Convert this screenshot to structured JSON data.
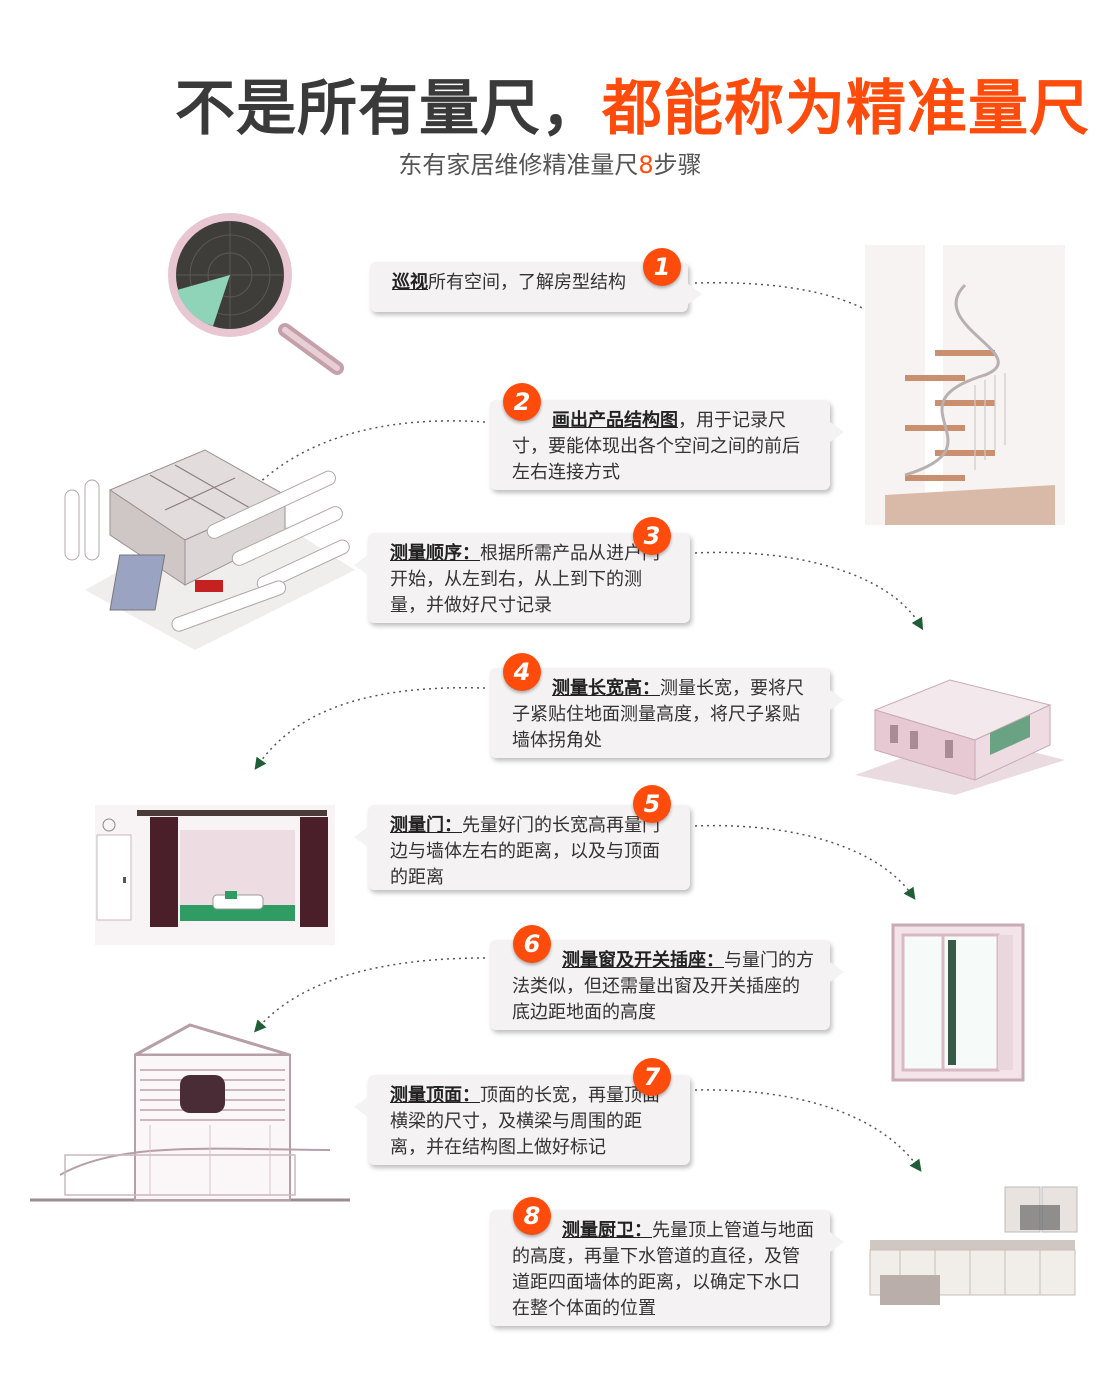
{
  "header": {
    "title_dark": "不是所有量尺，",
    "title_red": "都能称为精准量尺",
    "subtitle_pre": "东有家居维修精准量尺",
    "subtitle_num": "8",
    "subtitle_post": "步骤"
  },
  "steps": [
    {
      "num": "1",
      "keyword": "巡视",
      "text": "所有空间，了解房型结构"
    },
    {
      "num": "2",
      "keyword": "画出产品结构图",
      "text": "，用于记录尺寸，要能体现出各个空间之间的前后左右连接方式"
    },
    {
      "num": "3",
      "keyword": "测量顺序：",
      "text": "根据所需产品从进户门开始，从左到右，从上到下的测量，并做好尺寸记录"
    },
    {
      "num": "4",
      "keyword": "测量长宽高：",
      "text": "测量长宽，要将尺子紧贴住地面测量高度，将尺子紧贴墙体拐角处"
    },
    {
      "num": "5",
      "keyword": "测量门：",
      "text": "先量好门的长宽高再量门边与墙体左右的距离，以及与顶面的距离"
    },
    {
      "num": "6",
      "keyword": "测量窗及开关插座：",
      "text": "与量门的方法类似，但还需量出窗及开关插座的底边距地面的高度"
    },
    {
      "num": "7",
      "keyword": "测量顶面：",
      "text": "顶面的长宽，再量顶面横梁的尺寸，及横梁与周围的距离，并在结构图上做好标记"
    },
    {
      "num": "8",
      "keyword": "测量厨卫：",
      "text": "先量顶上管道与地面的高度，再量下水管道的直径，及管道距四面墙体的距离，以确定下水口在整个体面的位置"
    }
  ],
  "illustrations": [
    "magnifier-icon",
    "spiral-staircase-image",
    "floor-plan-model-image",
    "house-3d-model-image",
    "living-room-door-image",
    "window-frame-image",
    "building-elevation-image",
    "kitchen-image"
  ],
  "colors": {
    "accent": "#ff4c0c",
    "bubble": "#f4f2f2",
    "arrow": "#1f5e36"
  }
}
